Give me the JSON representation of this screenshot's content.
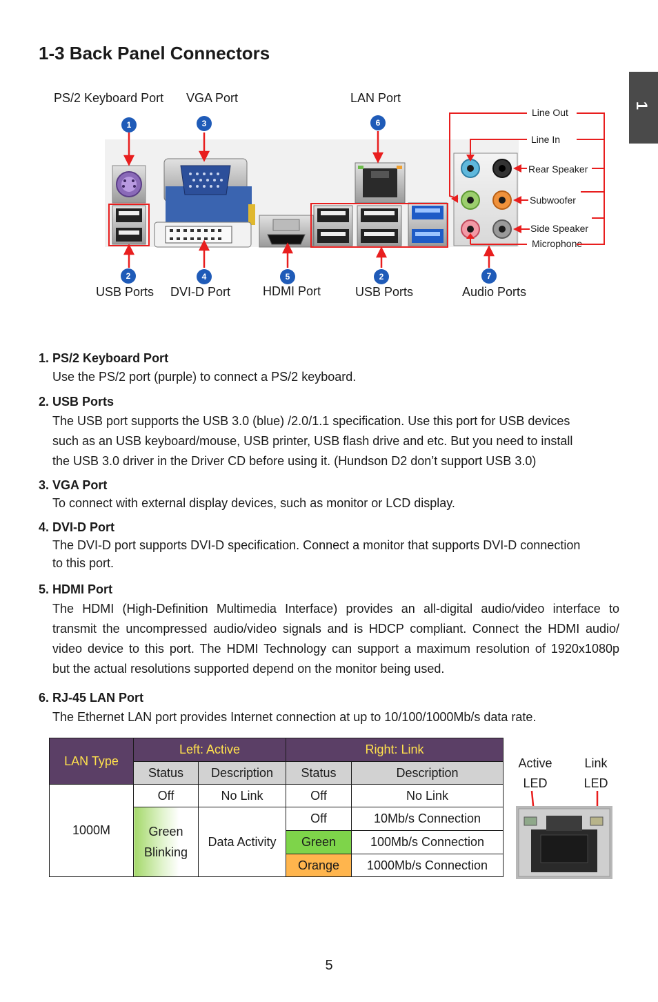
{
  "page": {
    "title": "1-3 Back Panel Connectors",
    "chapter_tab": "1",
    "page_number": "5"
  },
  "diagram": {
    "top_labels": {
      "ps2": "PS/2 Keyboard Port",
      "vga": "VGA Port",
      "lan": "LAN Port"
    },
    "bottom_labels": {
      "usb_left": "USB Ports",
      "dvi": "DVI-D Port",
      "hdmi": "HDMI Port",
      "usb_right": "USB Ports",
      "audio": "Audio Ports"
    },
    "markers": {
      "m1": "1",
      "m3": "3",
      "m6": "6",
      "m2a": "2",
      "m4": "4",
      "m5": "5",
      "m2b": "2",
      "m7": "7"
    },
    "audio_labels": {
      "line_out": "Line Out",
      "line_in": "Line In",
      "rear_speaker": "Rear Speaker",
      "subwoofer": "Subwoofer",
      "side_speaker": "Side Speaker",
      "microphone": "Microphone"
    }
  },
  "sections": [
    {
      "title": "1. PS/2 Keyboard Port",
      "lines": [
        "Use the PS/2 port (purple) to connect a PS/2 keyboard."
      ]
    },
    {
      "title": "2. USB Ports",
      "lines": [
        "The USB port supports the USB 3.0 (blue) /2.0/1.1 specification. Use this port for USB devices",
        "such as an USB keyboard/mouse, USB printer, USB flash drive and etc. But you need to install",
        "the USB 3.0 driver in the Driver CD before using it. (Hundson D2 don’t support USB 3.0)"
      ]
    },
    {
      "title": "3. VGA Port",
      "lines": [
        "To connect with external display devices, such as monitor or LCD display."
      ]
    },
    {
      "title": "4. DVI-D Port",
      "lines": [
        "The DVI-D port supports DVI-D specification. Connect a monitor that supports DVI-D connection",
        "to this port."
      ]
    },
    {
      "title": "5. HDMI Port",
      "lines": [
        "The HDMI (High-Definition Multimedia Interface) provides an all-digital audio/video interface to",
        "transmit the uncompressed audio/video signals and is HDCP compliant. Connect the HDMI audio/",
        "video device to this port. The HDMI Technology can support a maximum resolution of 1920x1080p",
        "but the actual resolutions supported depend on the monitor being used."
      ]
    },
    {
      "title": "6. RJ-45 LAN Port",
      "lines": [
        "The Ethernet LAN port provides Internet connection at up to 10/100/1000Mb/s data rate."
      ]
    }
  ],
  "lan_table": {
    "lan_type_header": "LAN Type",
    "left_header": "Left: Active",
    "right_header": "Right: Link",
    "status": "Status",
    "description": "Description",
    "type_value": "1000M",
    "left_rows": [
      {
        "status": "Off",
        "description": "No Link"
      },
      {
        "status": "Green Blinking",
        "status_line1": "Green",
        "status_line2": "Blinking",
        "description": "Data Activity"
      }
    ],
    "right_rows": [
      {
        "status": "Off",
        "description": "No Link"
      },
      {
        "status": "Off",
        "description": "10Mb/s Connection"
      },
      {
        "status": "Green",
        "description": "100Mb/s Connection",
        "color": "#7ed44a"
      },
      {
        "status": "Orange",
        "description": "1000Mb/s Connection",
        "color": "#ffb54d"
      }
    ]
  },
  "led_legend": {
    "active_line1": "Active",
    "active_line2": "LED",
    "link_line1": "Link",
    "link_line2": "LED"
  }
}
